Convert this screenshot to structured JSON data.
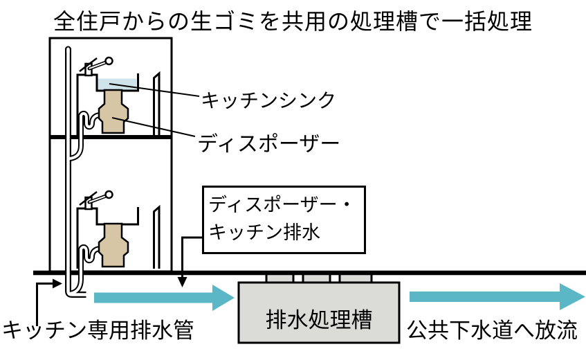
{
  "title": "全住戸からの生ゴミを共用の処理槽で一括処理",
  "diagram": {
    "sink_label": "キッチンシンク",
    "disposer_label": "ディスポーザー",
    "drain_box": {
      "line1": "ディスポーザー・",
      "line2": "キッチン排水"
    },
    "pipe_label": "キッチン専用排水管",
    "tank_label": "排水処理槽",
    "sewer_label": "公共下水道へ放流"
  },
  "colors": {
    "flow_arrow": "#5bb7c5",
    "tank_fill": "#dbdbd7",
    "sink_water": "#cfe4ea",
    "disposer_body": "#d6c6a6"
  }
}
